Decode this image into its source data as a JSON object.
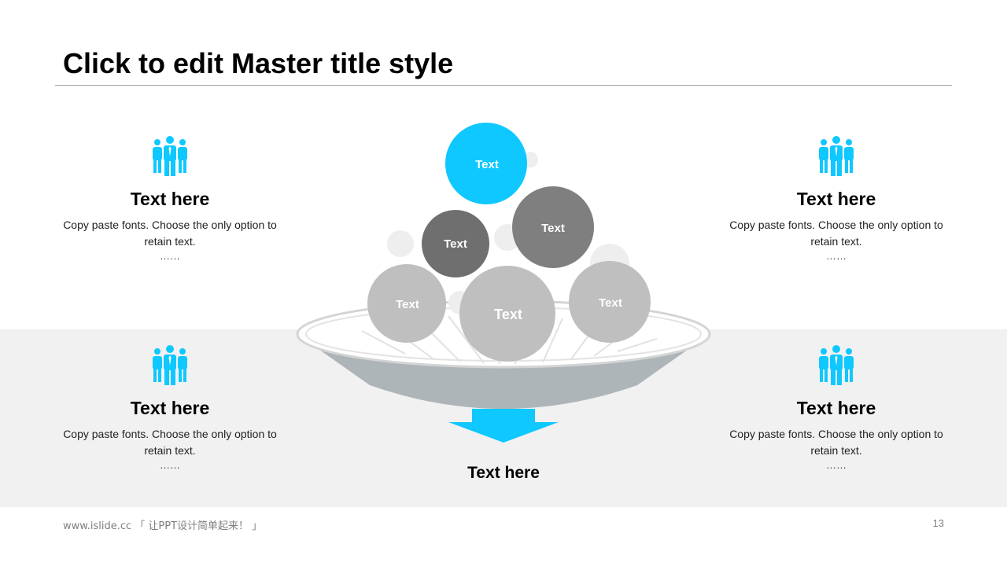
{
  "slide": {
    "title": "Click to edit Master title style",
    "footer_text": "www.islide.cc 「 让PPT设计简单起来！ 」",
    "page_number": "13"
  },
  "cards": [
    {
      "id": "top-left",
      "icon": "team-icon",
      "heading": "Text here",
      "body": "Copy paste fonts. Choose the only option to retain text.",
      "dots": "……"
    },
    {
      "id": "top-right",
      "icon": "team-icon",
      "heading": "Text here",
      "body": "Copy paste fonts. Choose the only option to retain text.",
      "dots": "……"
    },
    {
      "id": "bottom-left",
      "icon": "team-icon",
      "heading": "Text here",
      "body": "Copy paste fonts. Choose the only option to retain text.",
      "dots": "……"
    },
    {
      "id": "bottom-right",
      "icon": "team-icon",
      "heading": "Text here",
      "body": "Copy paste fonts. Choose the only option to retain text.",
      "dots": "……"
    }
  ],
  "funnel": {
    "balls": [
      {
        "label": "Text",
        "color": "#0ec8ff"
      },
      {
        "label": "Text",
        "color": "#6f6f6f"
      },
      {
        "label": "Text",
        "color": "#7f7f7f"
      },
      {
        "label": "Text",
        "color": "#bfbfbf"
      },
      {
        "label": "Text",
        "color": "#bfbfbf"
      },
      {
        "label": "Text",
        "color": "#bfbfbf"
      }
    ],
    "output_label": "Text here",
    "arrow_color": "#0ec8ff",
    "bowl_color": "#aeb5b8"
  },
  "colors": {
    "accent": "#0ec8ff",
    "band": "#f1f1f1"
  }
}
